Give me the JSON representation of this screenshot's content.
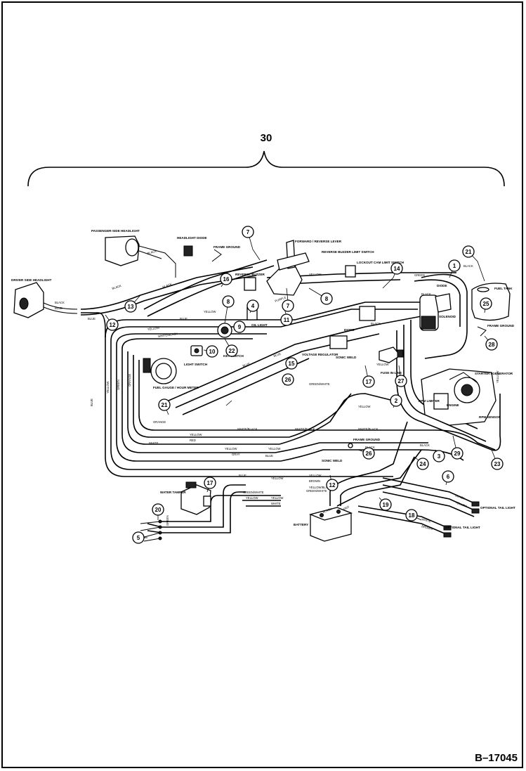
{
  "group_label": "30",
  "drawing_id": "B–17045",
  "components": {
    "passenger_headlight": "PASSENGER-SIDE HEADLIGHT",
    "driver_headlight": "DRIVER SIDE HEADLIGHT",
    "headlight_diode": "HEADLIGHT DIODE",
    "frame_ground_top": "FRAME GROUND",
    "reverse_buzzer": "REVERSE BUZZER",
    "sonic_weld_top": "SONIC WELD",
    "fwd_rev_lever": "FORWARD / REVERSE LEVER",
    "rev_buzzer_switch": "REVERSE BUZZER LIMIT SWITCH",
    "lockout_cam": "LOCKOUT CAM LIMIT SWITCH",
    "diode_top": "DIODE",
    "solenoid": "SOLENOID",
    "fuel_tank": "FUEL TANK",
    "frame_ground_tank": "FRAME GROUND",
    "diode_mid": "DIODE",
    "oil_light": "OIL LIGHT",
    "key_switch": "KEY SWITCH",
    "light_switch": "LIGHT SWITCH",
    "fuel_gauge": "FUEL GAUGE / HOUR METER",
    "voltage_regulator": "VOLTAGE REGULATOR",
    "sonic_weld_mid": "SONIC WELD",
    "fuse": "FUSE IN-LINE",
    "starter": "STARTER / GENERATOR",
    "rpm_limiter": "RPM LIMITER",
    "engine": "ENGINE",
    "rpm_sensor": "RPM SENSOR",
    "frame_ground_mid": "FRAME GROUND",
    "sonic_weld_low": "SONIC WELD",
    "water_tamper": "WATER TAMPER",
    "battery": "BATTERY",
    "opt_tail_light_1": "OPTIONAL TAIL LIGHT",
    "opt_tail_light_2": "OPTIONAL TAIL LIGHT"
  },
  "wire_labels": {
    "black": "BLACK",
    "blue": "BLUE",
    "yellow": "YELLOW",
    "green": "GREEN",
    "orange": "ORANGE",
    "white": "WHITE",
    "red": "RED",
    "white_black": "WHITE/BLACK",
    "green_white": "GREEN/WHITE",
    "yellow_black": "YELLOW/BLACK",
    "brown": "BROWN",
    "purple": "PURPLE",
    "gray": "GRAY"
  },
  "callouts": [
    "1",
    "2",
    "3",
    "4",
    "5",
    "6",
    "7",
    "7",
    "8",
    "8",
    "9",
    "10",
    "11",
    "12",
    "12",
    "13",
    "14",
    "15",
    "16",
    "17",
    "17",
    "18",
    "19",
    "20",
    "21",
    "21",
    "22",
    "23",
    "24",
    "25",
    "26",
    "26",
    "27",
    "28",
    "29"
  ]
}
